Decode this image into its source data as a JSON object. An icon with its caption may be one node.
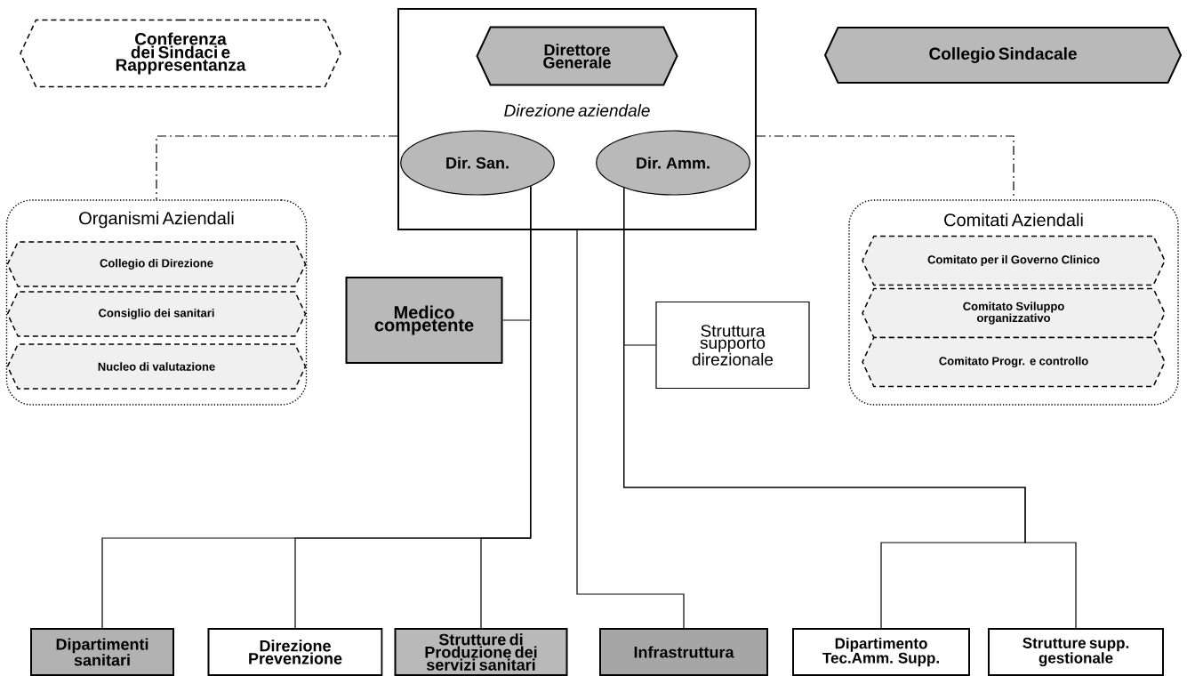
{
  "diagram": {
    "nodes": [
      {
        "text": [
          "Conferenza dei Sindaci e Rappresentanza"
        ]
      },
      {
        "text": [
          "Direzione aziendale"
        ]
      },
      {
        "text": [
          "Direttore Generale"
        ],
        "in": 1
      },
      {
        "text": [
          "Dir. San."
        ],
        "in": 1
      },
      {
        "text": [
          "Dir. Amm."
        ],
        "in": 1
      },
      {
        "text": [
          "Collegio Sindacale"
        ]
      },
      {
        "text": [
          "Organismi Aziendali"
        ]
      },
      {
        "text": [
          "Collegio di Direzione"
        ],
        "in": 6
      },
      {
        "text": [
          "Consiglio dei sanitari"
        ],
        "in": 6
      },
      {
        "text": [
          "Nucleo di valutazione"
        ],
        "in": 6
      },
      {
        "text": [
          "Comitati Aziendali"
        ]
      },
      {
        "text": [
          "Comitato per il Governo Clinico"
        ],
        "in": 10
      },
      {
        "text": [
          "Comitato Sviluppo organizzativo"
        ],
        "in": 10
      },
      {
        "text": [
          "Comitato Progr. e controllo"
        ],
        "in": 10
      },
      {
        "text": [
          "Medico competente"
        ]
      },
      {
        "text": [
          "Struttura supporto direzionale"
        ]
      },
      {
        "text": [
          "Dipartimenti sanitari"
        ]
      },
      {
        "text": [
          "Direzione Prevenzione"
        ]
      },
      {
        "text": [
          "Strutture di Produzione dei servizi sanitari"
        ]
      },
      {
        "text": [
          "Infrastruttura"
        ]
      },
      {
        "text": [
          "Dipartimento Tec.Amm. Supp."
        ]
      },
      {
        "text": [
          "Strutture supp. gestionale"
        ]
      }
    ],
    "edges": [
      {
        "from": 1,
        "to": 6,
        "arrow": "none",
        "style": "dashed"
      },
      {
        "from": 1,
        "to": 10,
        "arrow": "none",
        "style": "dashed"
      },
      {
        "from": 3,
        "to": 14,
        "arrow": "none"
      },
      {
        "from": 3,
        "to": 16,
        "arrow": "none"
      },
      {
        "from": 3,
        "to": 17,
        "arrow": "none"
      },
      {
        "from": 3,
        "to": 18,
        "arrow": "none"
      },
      {
        "from": 1,
        "to": 19,
        "arrow": "none"
      },
      {
        "from": 4,
        "to": 15,
        "arrow": "none"
      },
      {
        "from": 4,
        "to": 20,
        "arrow": "none"
      },
      {
        "from": 4,
        "to": 21,
        "arrow": "none"
      }
    ]
  }
}
